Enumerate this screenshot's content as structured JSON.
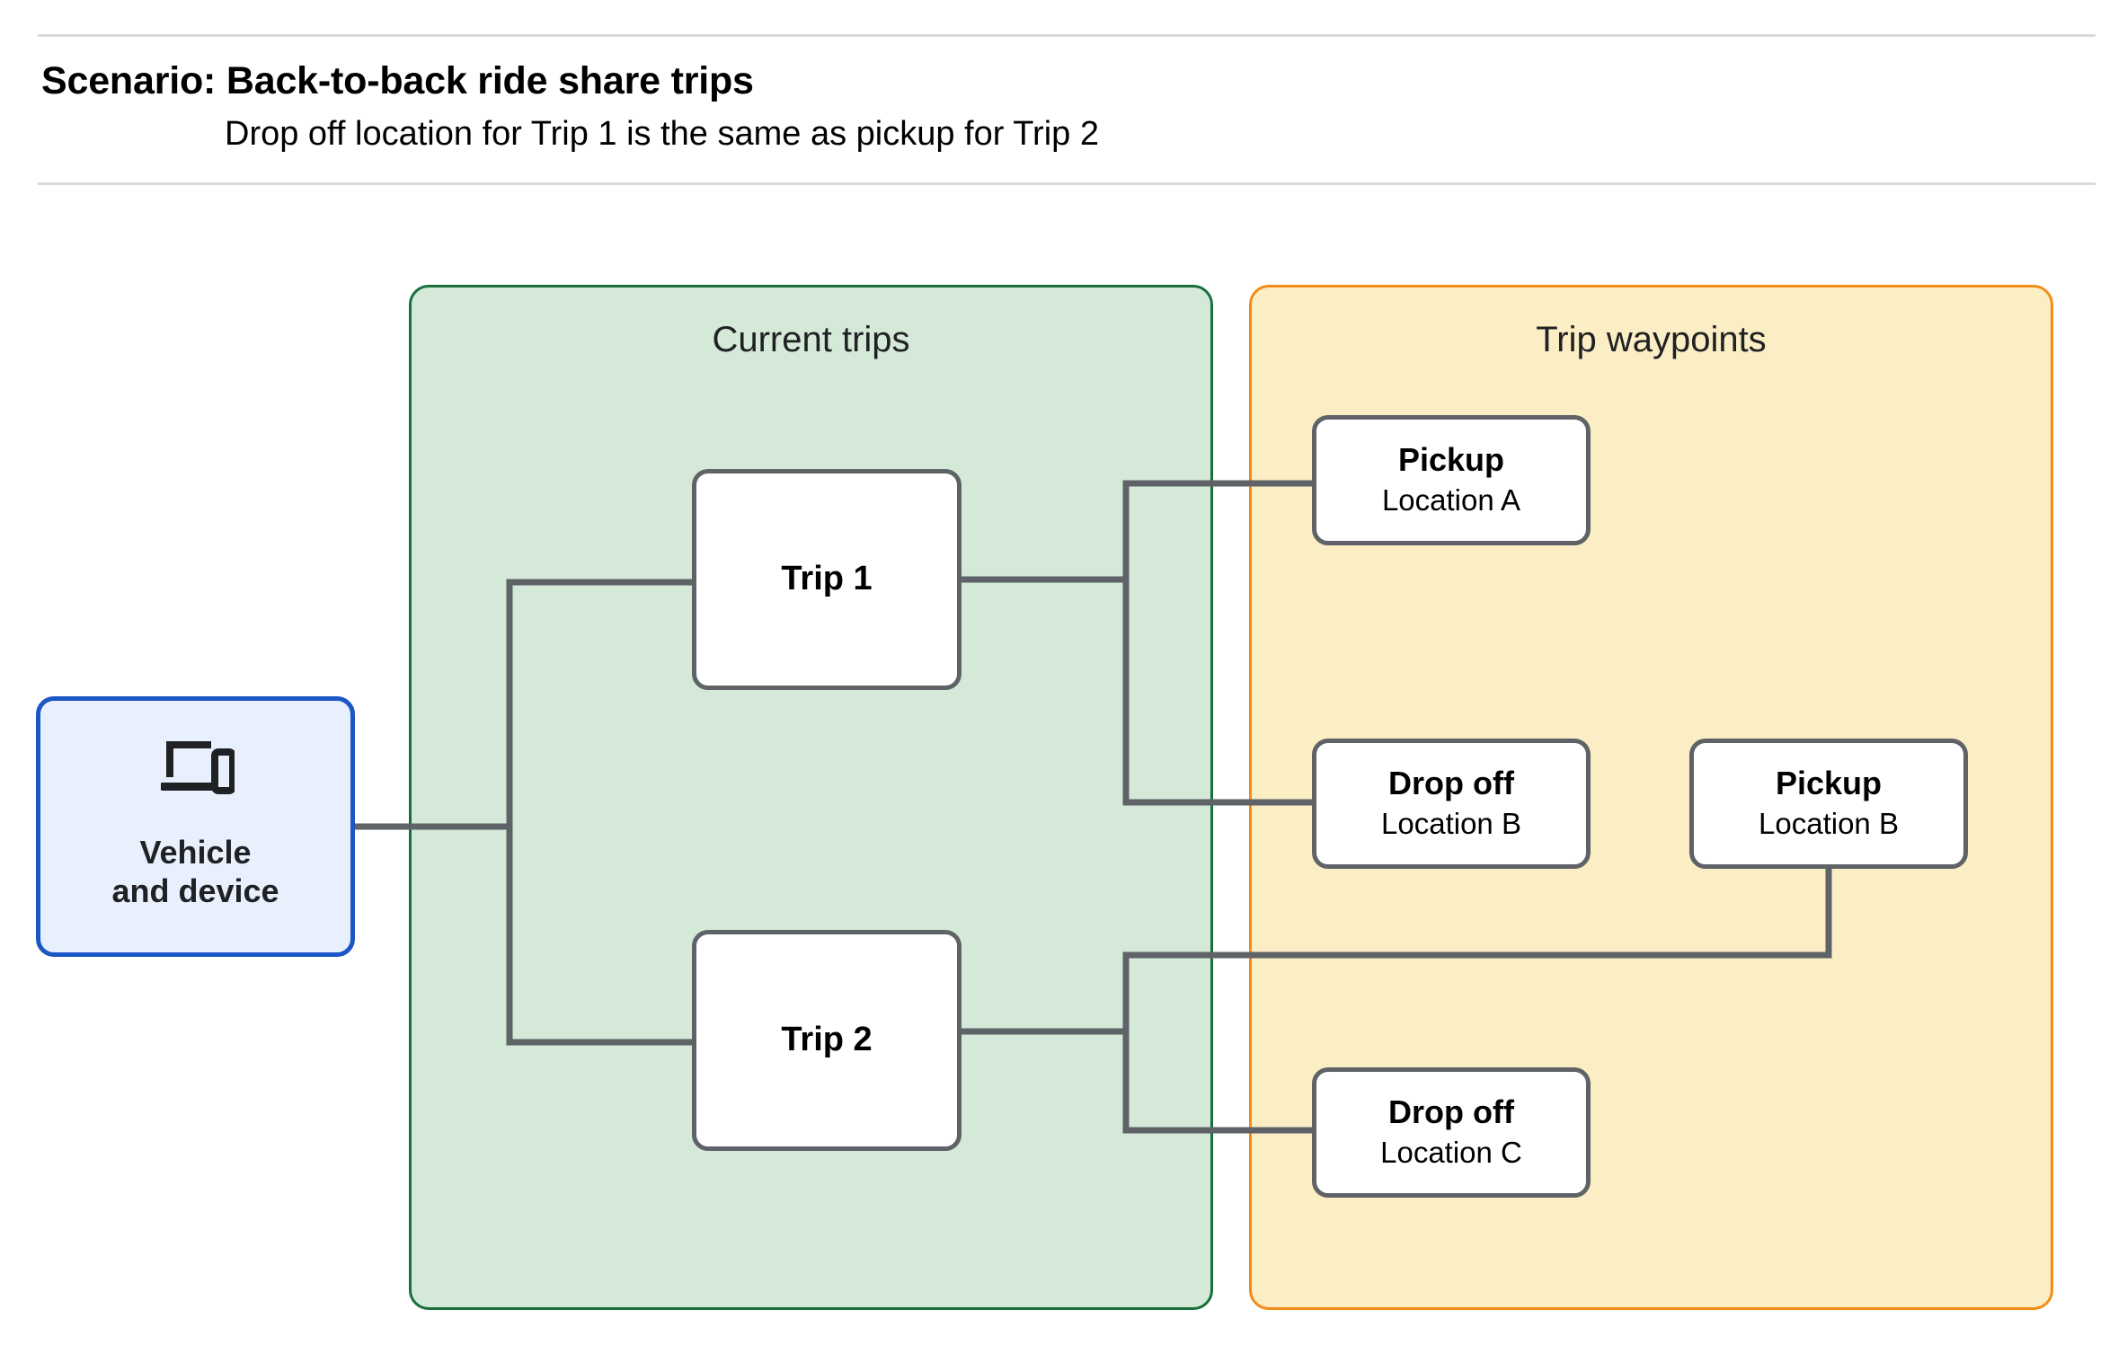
{
  "header": {
    "title": "Scenario: Back-to-back ride share trips",
    "subtitle": "Drop off  location for Trip 1 is the same as pickup for Trip 2"
  },
  "vehicle": {
    "label": "Vehicle\nand device",
    "icon": "laptop-and-phone-icon"
  },
  "panels": {
    "current_trips": {
      "title": "Current trips",
      "fill": "#d4e9d8",
      "border": "#19703c",
      "nodes": [
        {
          "title": "Trip 1"
        },
        {
          "title": "Trip 2"
        }
      ]
    },
    "trip_waypoints": {
      "title": "Trip waypoints",
      "fill": "#fbeec4",
      "border": "#f28c18",
      "nodes": [
        {
          "title": "Pickup",
          "location": "Location A"
        },
        {
          "title": "Drop off",
          "location": "Location B"
        },
        {
          "title": "Pickup",
          "location": "Location B"
        },
        {
          "title": "Drop off",
          "location": "Location C"
        }
      ]
    }
  },
  "colors": {
    "connector": "#5f6368",
    "node_border": "#5f6368",
    "vehicle_fill": "#e8f0fe",
    "vehicle_border": "#1a56c4",
    "rule": "#d9d9d9"
  }
}
